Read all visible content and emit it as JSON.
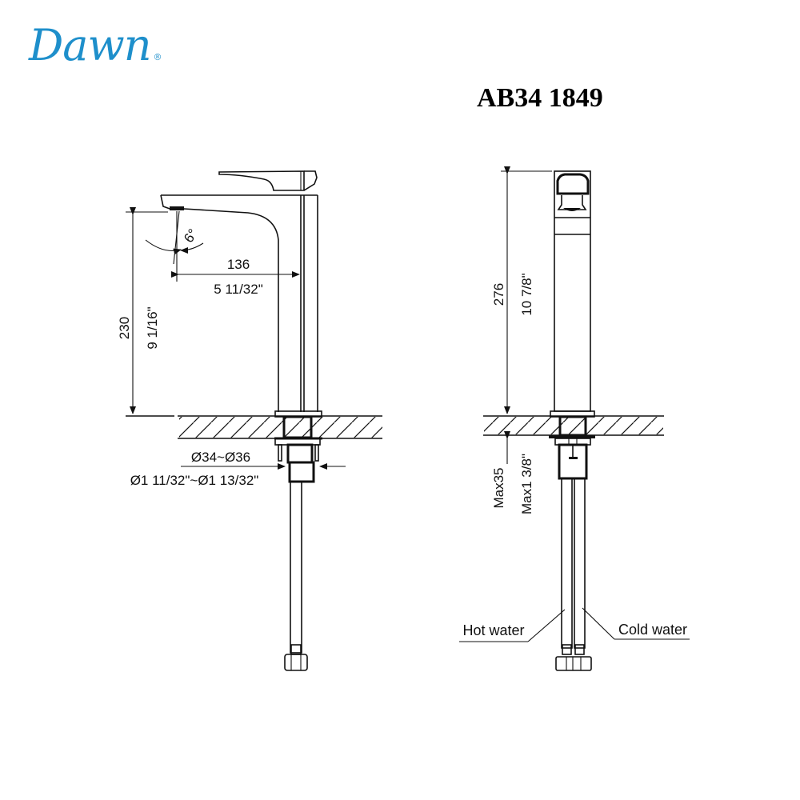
{
  "brand": {
    "name": "Dawn",
    "registered_mark": "®",
    "color": "#1e8fcb"
  },
  "model_number": "AB34 1849",
  "side_view": {
    "spout_angle": "6°",
    "spout_reach_mm": "136",
    "spout_reach_in": "5 11/32\"",
    "spout_height_mm": "230",
    "spout_height_in": "9 1/16\"",
    "mount_hole_mm": "Ø34~Ø36",
    "mount_hole_in": "Ø1 11/32\"~Ø1 13/32\""
  },
  "front_view": {
    "total_height_mm": "276",
    "total_height_in": "10 7/8\"",
    "max_deck_mm": "Max35",
    "max_deck_in": "Max1 3/8\"",
    "hot_label": "Hot water",
    "cold_label": "Cold water"
  }
}
